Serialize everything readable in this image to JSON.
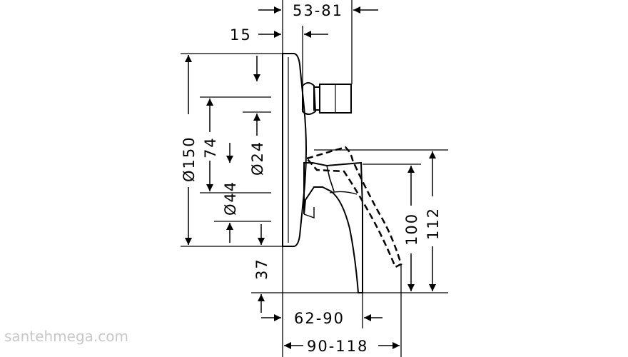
{
  "dimensions": {
    "top_span": "53-81",
    "plate_thickness": "15",
    "plate_diameter": "Ø150",
    "upper_offset": "74",
    "bore_diameter": "Ø24",
    "inner_diameter": "Ø44",
    "lower_offset": "37",
    "lever_height": "100",
    "total_height": "112",
    "depth_inner": "62-90",
    "depth_total": "90-118"
  },
  "watermark": "santehmega.com"
}
